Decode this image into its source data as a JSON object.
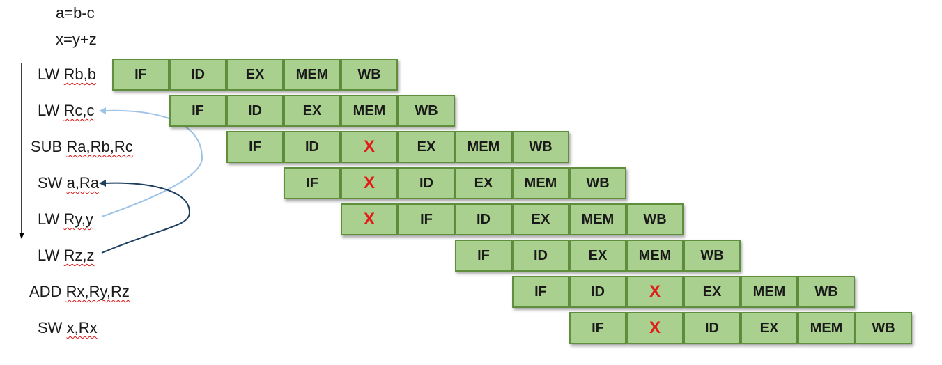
{
  "header": {
    "line1": "a=b-c",
    "line2": "x=y+z"
  },
  "instructions": [
    {
      "op": "LW",
      "args": "Rb,b",
      "stages": [
        "IF",
        "ID",
        "EX",
        "MEM",
        "WB"
      ],
      "start": 0
    },
    {
      "op": "LW",
      "args": "Rc,c",
      "stages": [
        "IF",
        "ID",
        "EX",
        "MEM",
        "WB"
      ],
      "start": 1
    },
    {
      "op": "SUB",
      "args": "Ra,Rb,Rc",
      "stages": [
        "IF",
        "ID",
        "X",
        "EX",
        "MEM",
        "WB"
      ],
      "start": 2
    },
    {
      "op": "SW",
      "args": "a,Ra",
      "stages": [
        "IF",
        "X",
        "ID",
        "EX",
        "MEM",
        "WB"
      ],
      "start": 3
    },
    {
      "op": "LW",
      "args": "Ry,y",
      "stages": [
        "X",
        "IF",
        "ID",
        "EX",
        "MEM",
        "WB"
      ],
      "start": 4
    },
    {
      "op": "LW",
      "args": "Rz,z",
      "stages": [
        "IF",
        "ID",
        "EX",
        "MEM",
        "WB"
      ],
      "start": 6
    },
    {
      "op": "ADD",
      "args": "Rx,Ry,Rz",
      "stages": [
        "IF",
        "ID",
        "X",
        "EX",
        "MEM",
        "WB"
      ],
      "start": 7
    },
    {
      "op": "SW",
      "args": "x,Rx",
      "stages": [
        "IF",
        "X",
        "ID",
        "EX",
        "MEM",
        "WB"
      ],
      "start": 8
    }
  ],
  "stall_marker": "X",
  "arrows": [
    {
      "from_instruction": 4,
      "to_instruction": 1,
      "color": "#9dc3e6"
    },
    {
      "from_instruction": 5,
      "to_instruction": 3,
      "color": "#1f3f5f"
    }
  ],
  "colors": {
    "cell_fill": "#a9d08e",
    "cell_border": "#5f8f3c",
    "stall": "#e31a1a"
  }
}
